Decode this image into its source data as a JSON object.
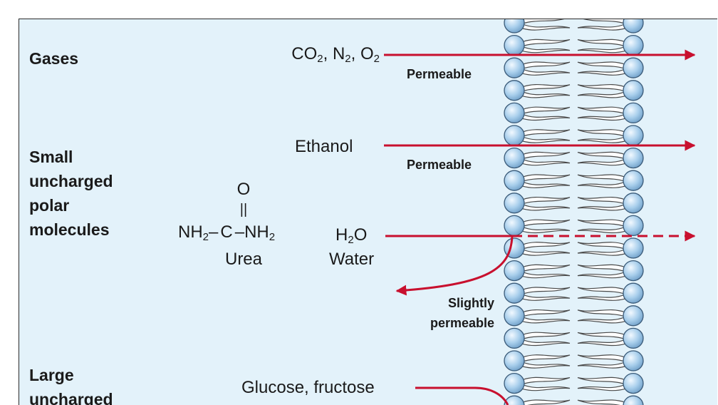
{
  "categories": {
    "gases": "Gases",
    "small_uncharged_polar": [
      "Small",
      "uncharged",
      "polar",
      "molecules"
    ],
    "large_uncharged": [
      "Large",
      "uncharged"
    ]
  },
  "molecules": {
    "gases": {
      "co": "CO",
      "co_sub": "2",
      "n": ", N",
      "n_sub": "2",
      "o": ", O",
      "o_sub": "2"
    },
    "ethanol": "Ethanol",
    "urea": {
      "o": "O",
      "double_bond": "||",
      "nh": "NH",
      "nh_sub": "2",
      "dash1": "–",
      "c": "C",
      "dash2": "–",
      "nh2": "NH",
      "nh2_sub": "2",
      "name": "Urea"
    },
    "water": {
      "h": "H",
      "h_sub": "2",
      "o": "O",
      "name": "Water"
    },
    "glucose": "Glucose, fructose"
  },
  "permeability": {
    "gases": "Permeable",
    "ethanol": "Permeable",
    "water": [
      "Slightly",
      "permeable"
    ]
  },
  "colors": {
    "background": "#e3f2fa",
    "arrow": "#c8102e",
    "head_fill": "#a8cdea",
    "head_stroke": "#3a5a78",
    "tail": "#ffffff"
  }
}
